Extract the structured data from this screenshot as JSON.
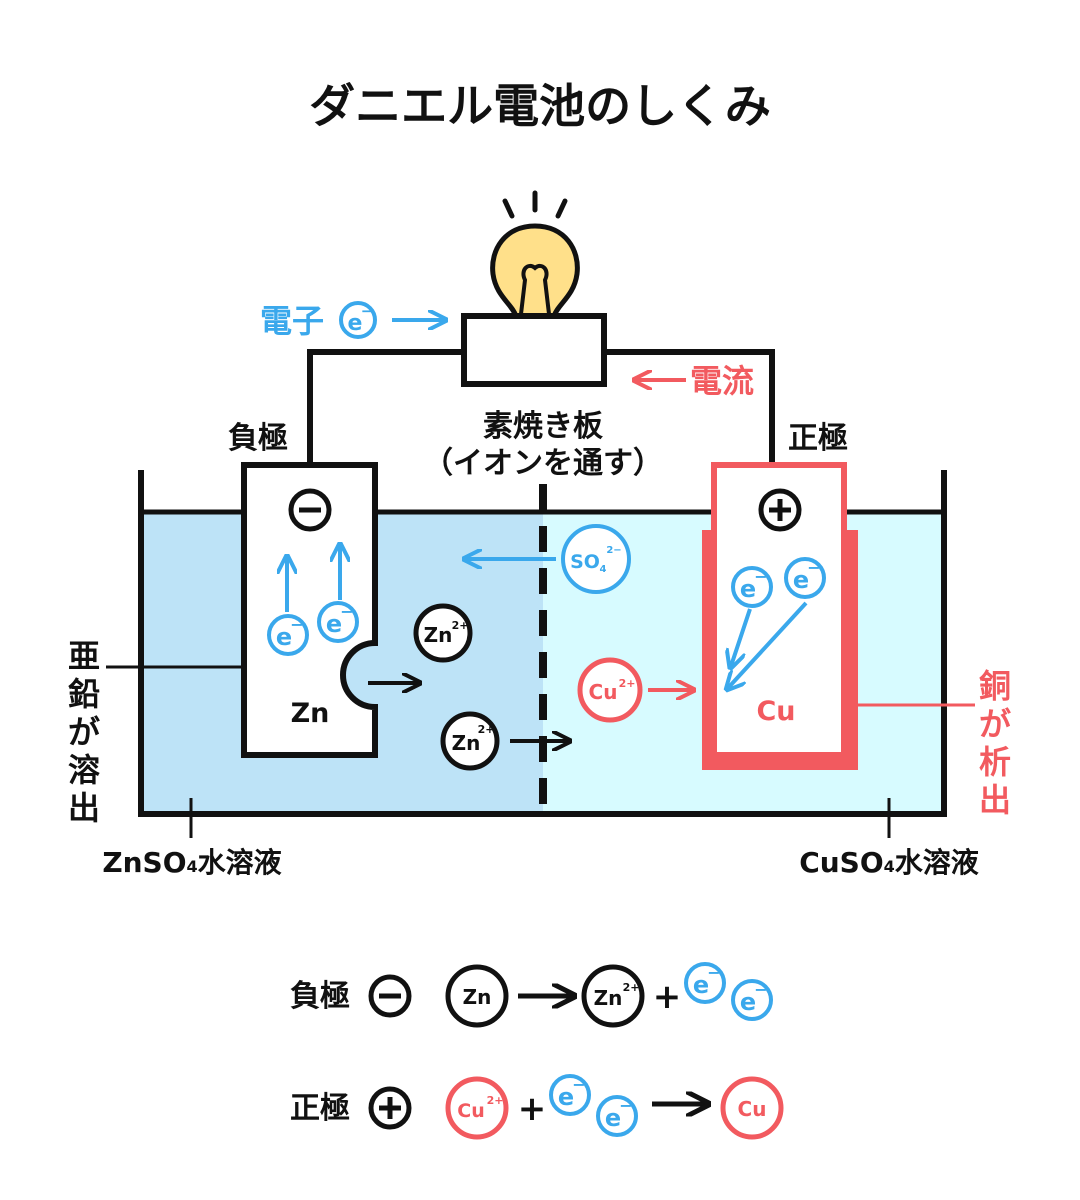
{
  "title": "ダニエル電池のしくみ",
  "electron_label": "電子",
  "current_label": "電流",
  "negative_label": "負極",
  "positive_label": "正極",
  "separator": {
    "line1": "素焼き板",
    "line2": "（イオンを通す）"
  },
  "left_side_label": [
    "亜",
    "鉛",
    "が",
    "溶",
    "出"
  ],
  "right_side_label": [
    "銅",
    "が",
    "析",
    "出"
  ],
  "left_solution": {
    "formula": "ZnSO",
    "sub": "4",
    "suffix": "水溶液"
  },
  "right_solution": {
    "formula": "CuSO",
    "sub": "4",
    "suffix": "水溶液"
  },
  "particles": {
    "electron": "e",
    "electron_sup": "−",
    "zinc": "Zn",
    "zinc_ion": "Zn",
    "copper": "Cu",
    "copper_ion": "Cu",
    "ion_charge": "2+",
    "sulfate": "SO",
    "sulfate_sub": "4",
    "sulfate_charge": "2−"
  },
  "equations": {
    "negative_label": "負極",
    "positive_label": "正極",
    "plus": "+"
  },
  "colors": {
    "electron_blue": "#3aa8ec",
    "current_red": "#f25a5f",
    "left_solution": "#bde3f7",
    "right_solution": "#d7fbff",
    "bulb_yellow": "#ffe08a"
  }
}
